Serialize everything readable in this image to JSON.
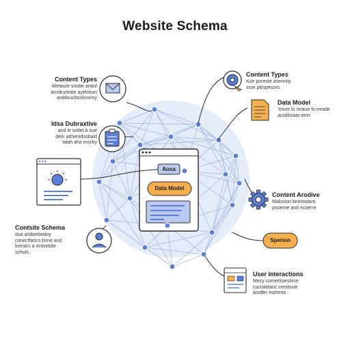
{
  "title": "Website Schema",
  "colors": {
    "accent_blue": "#5b7fd6",
    "accent_orange": "#f4b04e",
    "halo": "#e4ebf9",
    "network_line": "#9fb3df",
    "node_fill": "#5b7fd6",
    "dark_stroke": "#2a2a2a"
  },
  "callouts": {
    "content_types_left": {
      "heading": "Content Types",
      "lines": [
        "Wetaure snobe araiol",
        "arcekurtrate ayelobon",
        "aodilsuchoolinorisy"
      ]
    },
    "idea_dubraxtive": {
      "heading": "Idsa Dubraxtive",
      "lines": [
        "and le sotlet A oue",
        "deln atthenidsobald",
        "lalah aha mocky"
      ]
    },
    "contsite_schema": {
      "heading": "Contsite Schema",
      "lines": [
        "dua andwebtaloy",
        "conectfancs brine and",
        "lcenars a octivebite",
        "schuts."
      ]
    },
    "content_types_right": {
      "heading": "Content Types",
      "lines": [
        "Kuir poreste asennity",
        "sroe pitispesors"
      ]
    },
    "data_model_right": {
      "heading": "Data Model",
      "lines": [
        "Youre lo mraue fo mrade",
        "acoliforate etrin"
      ]
    },
    "content_arodive": {
      "heading": "Content Arodive",
      "lines": [
        "Malosion birentotant",
        "pnoeme and ecoerre"
      ]
    },
    "user_interactions": {
      "heading": "User Interactions",
      "lines": [
        "Mecy comerttoestirse",
        "cucnatitanc crestsste",
        "aoofler estrents"
      ]
    }
  },
  "center_window": {
    "tag_label": "Ausa",
    "pill_label": "Data Model"
  },
  "sperion_pill": "Sperion",
  "icons": {
    "mail": "envelope-icon",
    "clipboard": "clipboard-icon",
    "sun": "sun-icon",
    "user": "user-icon",
    "target": "target-icon",
    "document": "document-icon",
    "gear": "gear-icon",
    "message": "message-window-icon"
  }
}
